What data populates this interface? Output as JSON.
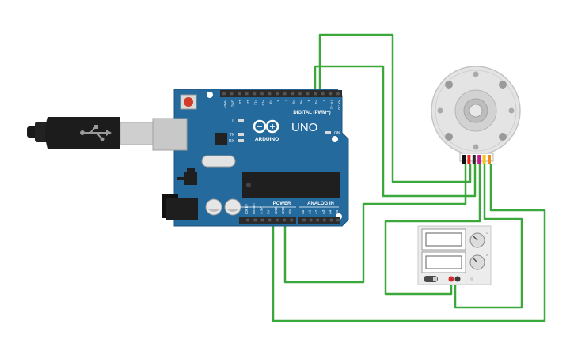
{
  "arduino": {
    "brand": "ARDUINO",
    "model": "UNO",
    "digital_header": "DIGITAL (PWM~)",
    "power_header": "POWER",
    "analog_header": "ANALOG IN",
    "led_l": "L",
    "led_tx": "TX",
    "led_rx": "RX",
    "led_on": "ON",
    "digital_pin_labels": [
      "AREF",
      "GND",
      "13",
      "12",
      "~11",
      "~10",
      "~9",
      "8",
      "7",
      "~6",
      "~5",
      "4",
      "~3",
      "2",
      "TX→1",
      "RX←0"
    ],
    "power_pin_labels": [
      "IOREF",
      "RESET",
      "3.3V",
      "5V",
      "GND",
      "GND",
      "Vin"
    ],
    "analog_pin_labels": [
      "A0",
      "A1",
      "A2",
      "A3",
      "A4",
      "A5"
    ]
  },
  "motor": {
    "wire_colors": [
      "#111111",
      "#e8281e",
      "#2a2a2a",
      "#c21c8a",
      "#f5c518",
      "#f08a1c"
    ]
  },
  "power_supply": {
    "knob_labels": [
      "V",
      "A"
    ]
  },
  "colors": {
    "board": "#246a9c",
    "board_dark": "#1b5480",
    "wire": "#3aa83a",
    "header": "#2b2b2b"
  }
}
